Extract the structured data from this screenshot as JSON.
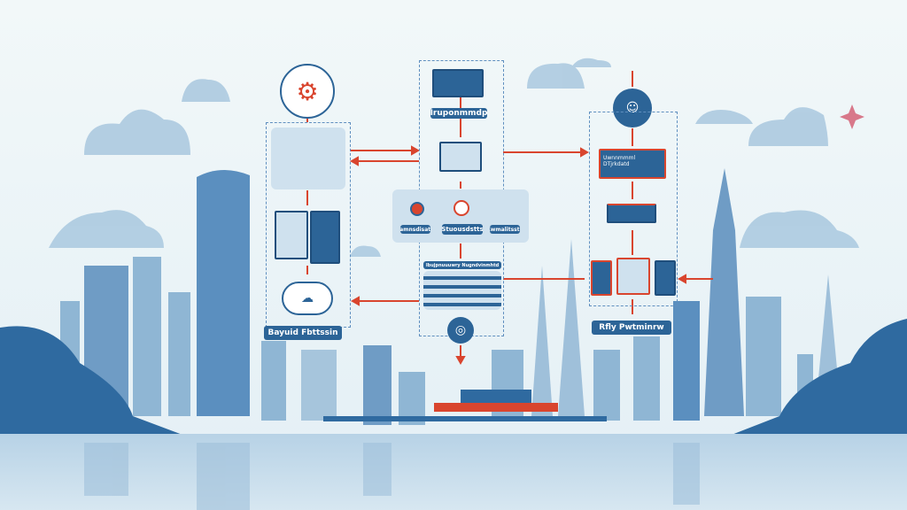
{
  "colors": {
    "background": "#eef6f8",
    "primary": "#2c6497",
    "arrow": "#d9452e",
    "light": "#a9c8df",
    "hill": "#2f6aa0",
    "accent_star": "#d8788a"
  },
  "diagram": {
    "left_column": {
      "label": "Bayuid Fbttssin",
      "top_icon": "brain-gear-icon"
    },
    "center_column": {
      "top_label": "Iruponmmdp",
      "group_labels": [
        "Iamnsdisatt",
        "Stuousdstts",
        "Kwmalitsstn"
      ],
      "table_header": "Ibujpnuuuwry Nugndvinmhtd",
      "bottom_icon": "globe-icon"
    },
    "right_column": {
      "label": "Rfly Pwtminrw",
      "monitor_text": "Uwnnmmml DTjrkdatd",
      "top_icon": "robot-icon"
    }
  }
}
